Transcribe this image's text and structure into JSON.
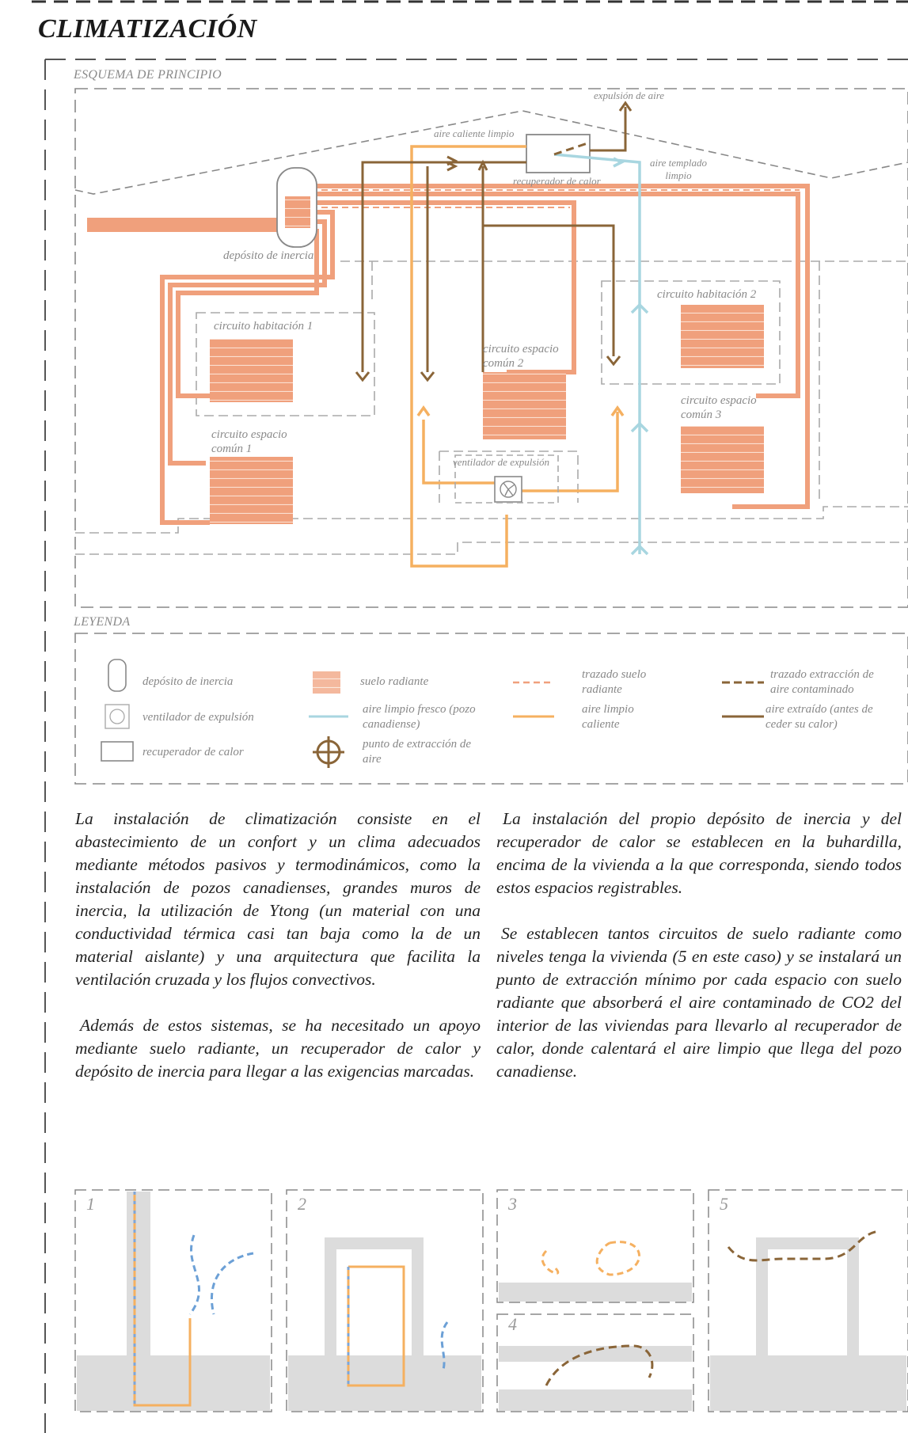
{
  "page": {
    "title": "CLIMATIZACIÓN"
  },
  "schema": {
    "heading": "ESQUEMA DE PRINCIPIO",
    "labels": {
      "expulsion": "expulsión de aire",
      "aire_caliente": "aire caliente limpio",
      "recuperador": "recuperador de calor",
      "aire_templado": "aire templado limpio",
      "deposito": "depósito de inercia",
      "hab1": "circuito habitación 1",
      "hab2": "circuito habitación 2",
      "comun1": "circuito espacio común 1",
      "comun2": "circuito espacio común 2",
      "comun3": "circuito espacio común 3",
      "ventilador": "ventilador de expulsión"
    },
    "colors": {
      "radiant": "#f0a07c",
      "clean_warm": "#f5b060",
      "fresh": "#a8d6e0",
      "extract": "#8a6538",
      "grey_dash": "#9a9a9a"
    }
  },
  "legend": {
    "heading": "LEYENDA",
    "items": {
      "deposito": "depósito de inercia",
      "ventilador": "ventilador de expulsión",
      "recuperador": "recuperador de calor",
      "suelo": "suelo radiante",
      "aire_fresco": "aire limpio fresco (pozo canadiense)",
      "punto": "punto de extracción de aire",
      "trazado_suelo": "trazado suelo radiante",
      "aire_caliente": "aire limpio caliente",
      "trazado_extraccion": "trazado extracción de aire contaminado",
      "aire_extraido": "aire extraído (antes de ceder su calor)"
    }
  },
  "text": {
    "left_p1": "La instalación de climatización consiste en el abastecimiento de un confort y un clima adecuados mediante métodos pasivos y termodinámicos, como la instalación de pozos canadienses, grandes muros de inercia, la utilización de Ytong (un material con una conductividad térmica casi tan baja como la de un material aislante) y una arquitectura que facilita la ventilación cruzada y los flujos convectivos.",
    "left_p2": "Además de estos sistemas, se ha necesitado un apoyo mediante suelo radiante, un recuperador de calor y depósito de inercia para llegar a las exigencias marcadas.",
    "right_p1": "La instalación del propio depósito de inercia y del recuperador de calor se establecen en la buhardilla, encima de la vivienda a la que corresponda, siendo todos estos espacios registrables.",
    "right_p2": "Se establecen tantos circuitos de suelo radiante como niveles tenga la vivienda (5 en este caso) y se instalará un punto de extracción mínimo por cada espacio con suelo radiante que absorberá el aire contaminado de CO2 del interior de las viviendas para llevarlo al recuperador de calor, donde calentará el aire limpio que llega del pozo canadiense."
  },
  "panels": {
    "p1": "1",
    "p2": "2",
    "p3": "3",
    "p4": "4",
    "p5": "5"
  }
}
